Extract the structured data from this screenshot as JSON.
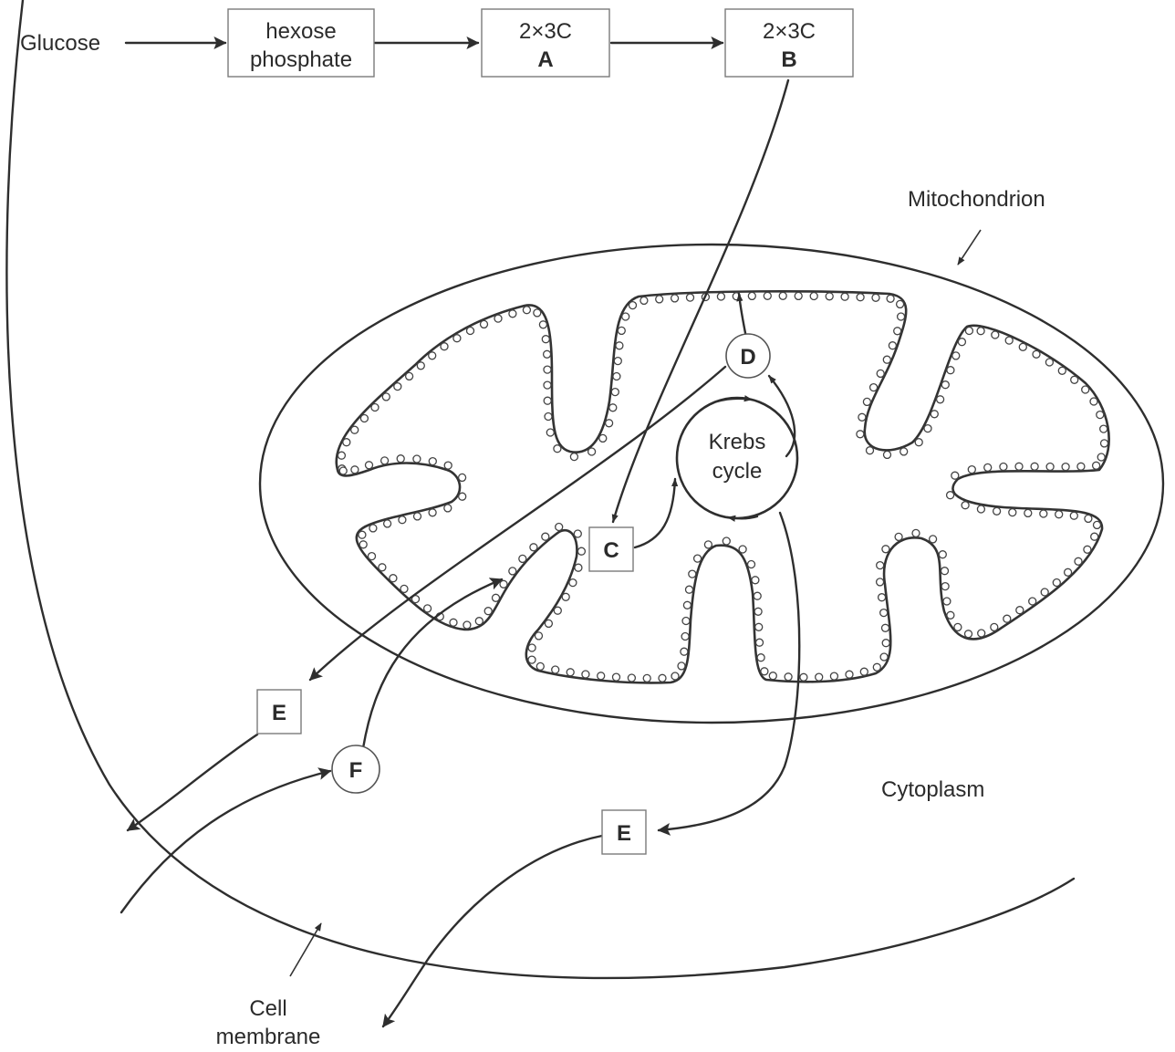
{
  "labels": {
    "glucose": "Glucose",
    "hexose_line1": "hexose",
    "hexose_line2": "phosphate",
    "a_line1": "2×3C",
    "a_line2": "A",
    "b_line1": "2×3C",
    "b_line2": "B",
    "mitochondrion": "Mitochondrion",
    "krebs_line1": "Krebs",
    "krebs_line2": "cycle",
    "c": "C",
    "d": "D",
    "e_inner": "E",
    "e_outer": "E",
    "f": "F",
    "cytoplasm": "Cytoplasm",
    "cell_line1": "Cell",
    "cell_line2": "membrane"
  }
}
